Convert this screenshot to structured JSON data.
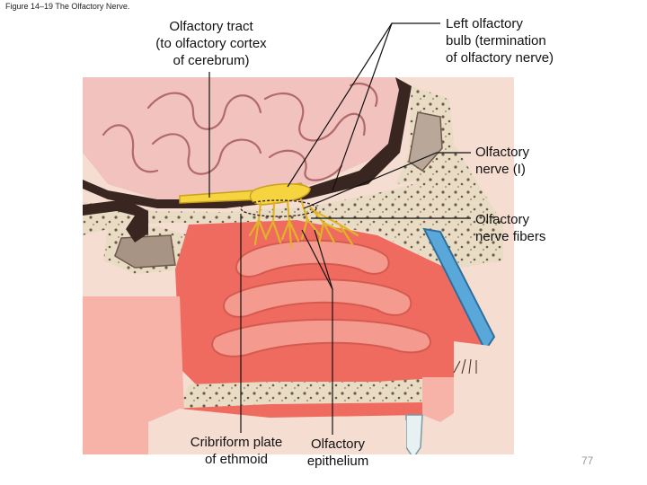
{
  "caption": "Figure 14–19 The Olfactory Nerve.",
  "labels": {
    "olfactory_tract": "Olfactory tract\n(to olfactory cortex\nof cerebrum)",
    "olfactory_bulb": "Left olfactory\nbulb (termination\nof olfactory nerve)",
    "olfactory_nerve": "Olfactory\nnerve (I)",
    "olfactory_nerve_fibers": "Olfactory\nnerve fibers",
    "cribriform_plate": "Cribriform plate\nof ethmoid",
    "olfactory_epithelium": "Olfactory\nepithelium"
  },
  "page_number": "77",
  "colors": {
    "brain": "#f2c2bf",
    "brain_outline": "#b06a6a",
    "bone": "#e9dcc4",
    "bone_spot": "#6e5a4a",
    "dura": "#3a2620",
    "nasal_cavity": "#ef6b5f",
    "nasal_tissue": "#f7b3a8",
    "turbinate": "#f49a8e",
    "nerve": "#f5d440",
    "nerve_outline": "#c9a21c",
    "cartilage": "#5aa7d9",
    "leader_line": "#111111"
  }
}
